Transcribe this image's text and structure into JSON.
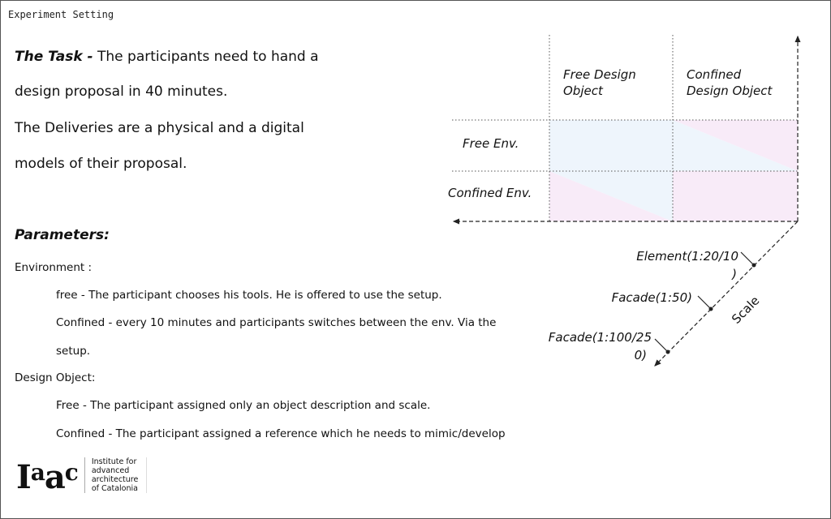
{
  "title": "Experiment Setting",
  "task": {
    "label": "The Task -",
    "line1": "The participants need to hand a",
    "line2": "design proposal  in 40 minutes.",
    "line3": "The Deliveries are a physical and a digital",
    "line4": "models of their proposal."
  },
  "parameters": {
    "heading": "Parameters:",
    "environment_label": "Environment :",
    "env_free": "free - The participant chooses his tools. He is offered to use the setup.",
    "env_confined_1": "Confined - every 10 minutes and participants switches between the env. Via the",
    "env_confined_2": "setup.",
    "design_object_label": "Design Object:",
    "obj_free": "Free - The participant assigned only an object description and scale.",
    "obj_confined": "Confined - The participant assigned a reference  which he needs to mimic/develop"
  },
  "diagram": {
    "col1_a": "Free Design",
    "col1_b": "Object",
    "col2_a": "Confined",
    "col2_b": "Design Object",
    "row1": "Free Env.",
    "row2": "Confined Env.",
    "scale_label": "Scale",
    "scale1_a": "Element(1:20/10",
    "scale1_b": ")",
    "scale2": "Facade(1:50)",
    "scale3_a": "Facade(1:100/25",
    "scale3_b": "0)",
    "colors": {
      "blue": "#eef5fc",
      "pink": "#f8ebf8"
    }
  },
  "logo": {
    "mark": "Iaac",
    "line1": "Institute for",
    "line2": "advanced",
    "line3": "architecture",
    "line4": "of Catalonia"
  }
}
